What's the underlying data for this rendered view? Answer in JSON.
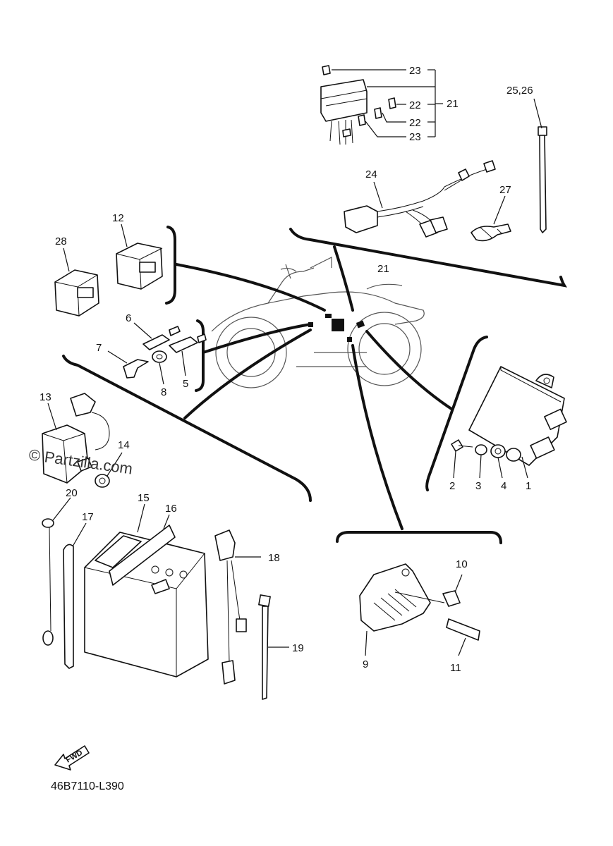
{
  "diagram": {
    "diagram_code": "46B7110-L390",
    "watermark": "© Partzilla.com",
    "fwd_label": "FWD",
    "callouts": {
      "c1": "1",
      "c2": "2",
      "c3": "3",
      "c4": "4",
      "c5": "5",
      "c6": "6",
      "c7": "7",
      "c8": "8",
      "c9": "9",
      "c10": "10",
      "c11": "11",
      "c12": "12",
      "c13": "13",
      "c14": "14",
      "c15": "15",
      "c16": "16",
      "c17": "17",
      "c18": "18",
      "c19": "19",
      "c20": "20",
      "c21_top": "21",
      "c21_bike": "21",
      "c22_a": "22",
      "c22_b": "22",
      "c23_a": "23",
      "c23_b": "23",
      "c24": "24",
      "c2526": "25,26",
      "c27": "27",
      "c28": "28"
    }
  }
}
